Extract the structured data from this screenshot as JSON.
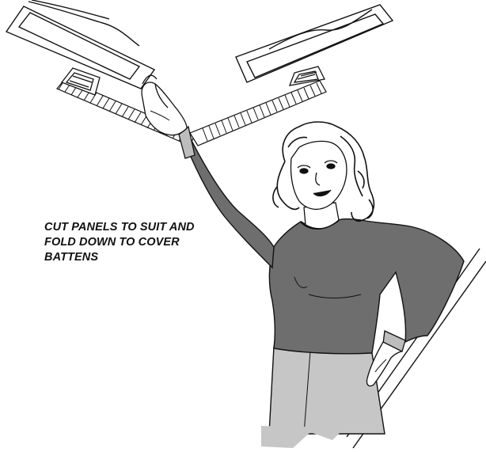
{
  "caption": {
    "line1": "CUT PANELS TO SUIT AND",
    "line2": "FOLD DOWN TO COVER",
    "line3": "BATTENS"
  },
  "colors": {
    "ink": "#111111",
    "shirt": "#6e6e6e",
    "trousers": "#c6c6c6",
    "sleeve_cuff": "#bdbdbd",
    "background": "#ffffff"
  }
}
